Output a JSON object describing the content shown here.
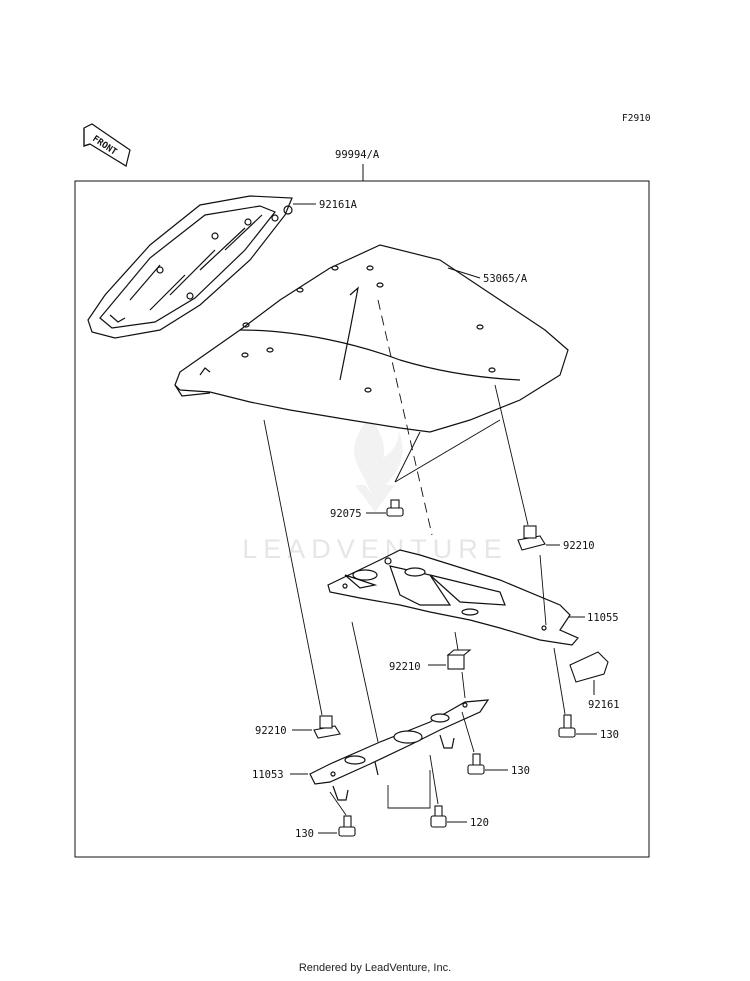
{
  "figure_ref": "F2910",
  "assembly_label": "99994/A",
  "front_label": "FRONT",
  "watermark": "LEADVENTURE",
  "footer": "Rendered by LeadVenture, Inc.",
  "parts": [
    {
      "id": "cover_base",
      "number": "92161A"
    },
    {
      "id": "seat_cover",
      "number": "53065/A"
    },
    {
      "id": "bolt_center",
      "number": "92075"
    },
    {
      "id": "nut_right",
      "number": "92210"
    },
    {
      "id": "bracket_upper",
      "number": "11055"
    },
    {
      "id": "nut_center",
      "number": "92210"
    },
    {
      "id": "pad",
      "number": "92161"
    },
    {
      "id": "nut_left",
      "number": "92210"
    },
    {
      "id": "bolt_right",
      "number": "130"
    },
    {
      "id": "bracket_lower",
      "number": "11053"
    },
    {
      "id": "bolt_mid",
      "number": "130"
    },
    {
      "id": "screw",
      "number": "120"
    },
    {
      "id": "bolt_left",
      "number": "130"
    }
  ]
}
